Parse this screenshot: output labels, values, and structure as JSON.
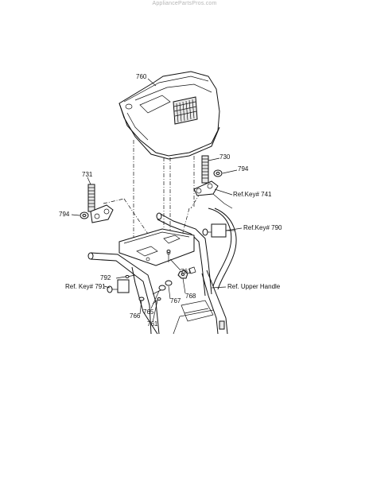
{
  "watermark": "AppliancePartsPros.com",
  "callouts": {
    "c760": "760",
    "c730": "730",
    "c794_top": "794",
    "c731": "731",
    "c741": "Ref.Key# 741",
    "c794_left": "794",
    "c790": "Ref.Key# 790",
    "c761_upper": "761",
    "c792": "792",
    "c791": "Ref. Key# 791",
    "c768": "768",
    "c767": "767",
    "c765": "765",
    "c766": "766",
    "c761_lower": "761",
    "upper_handle": "Ref. Upper Handle"
  }
}
